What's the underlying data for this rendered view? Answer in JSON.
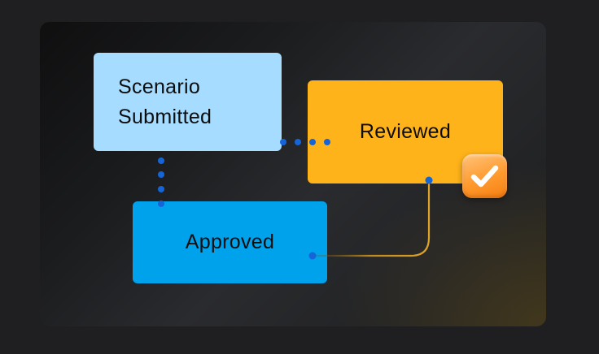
{
  "nodes": {
    "scenario_submitted": {
      "line1": "Scenario",
      "line2": "Submitted"
    },
    "reviewed": {
      "label": "Reviewed"
    },
    "approved": {
      "label": "Approved"
    }
  },
  "colors": {
    "scenario_submitted": "#a6dcff",
    "reviewed": "#ffb31a",
    "approved": "#00a3eb",
    "connector_dots": "#1565d8",
    "connector_line": "#e0a326",
    "check_badge": "#ff9a2e"
  },
  "icons": {
    "check_badge": "checkmark-icon"
  }
}
